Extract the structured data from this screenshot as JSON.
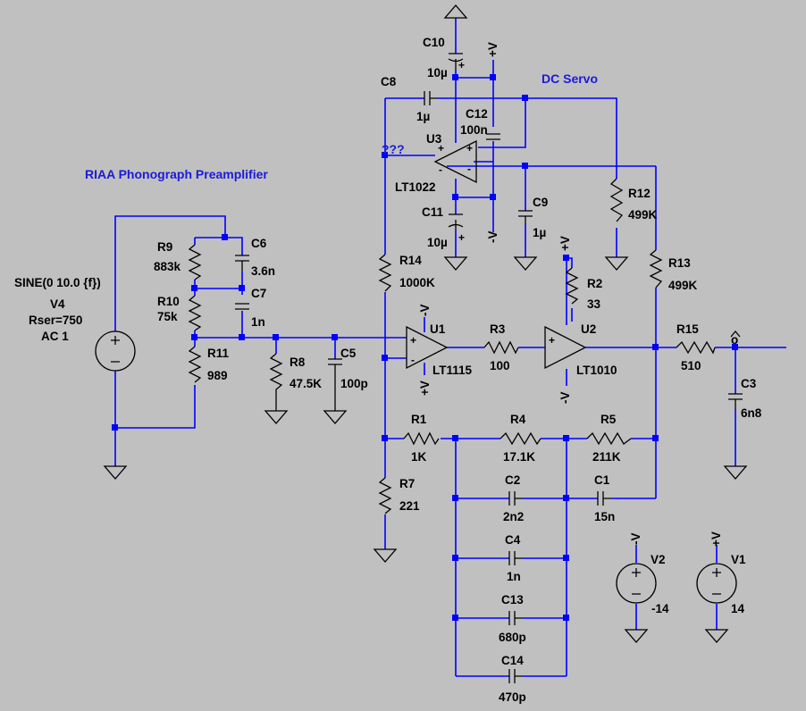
{
  "titles": {
    "riaa": "RIAA Phonograph Preamplifier",
    "servo": "DC Servo",
    "unknown_node": "???",
    "output_node": "o"
  },
  "sources": {
    "v4": {
      "name": "V4",
      "spec": "SINE(0 10.0 {f})",
      "rser": "Rser=750",
      "ac": "AC 1"
    },
    "v1": {
      "name": "V1",
      "value": "14",
      "net": "+V"
    },
    "v2": {
      "name": "V2",
      "value": "-14",
      "net": "-V"
    }
  },
  "resistors": {
    "r1": {
      "name": "R1",
      "value": "1K"
    },
    "r2": {
      "name": "R2",
      "value": "33"
    },
    "r3": {
      "name": "R3",
      "value": "100"
    },
    "r4": {
      "name": "R4",
      "value": "17.1K"
    },
    "r5": {
      "name": "R5",
      "value": "211K"
    },
    "r7": {
      "name": "R7",
      "value": "221"
    },
    "r8": {
      "name": "R8",
      "value": "47.5K"
    },
    "r9": {
      "name": "R9",
      "value": "883k"
    },
    "r10": {
      "name": "R10",
      "value": "75k"
    },
    "r11": {
      "name": "R11",
      "value": "989"
    },
    "r12": {
      "name": "R12",
      "value": "499K"
    },
    "r13": {
      "name": "R13",
      "value": "499K"
    },
    "r14": {
      "name": "R14",
      "value": "1000K"
    },
    "r15": {
      "name": "R15",
      "value": "510"
    }
  },
  "capacitors": {
    "c1": {
      "name": "C1",
      "value": "15n"
    },
    "c2": {
      "name": "C2",
      "value": "2n2"
    },
    "c3": {
      "name": "C3",
      "value": "6n8"
    },
    "c4": {
      "name": "C4",
      "value": "1n"
    },
    "c5": {
      "name": "C5",
      "value": "100p"
    },
    "c6": {
      "name": "C6",
      "value": "3.6n"
    },
    "c7": {
      "name": "C7",
      "value": "1n"
    },
    "c8": {
      "name": "C8",
      "value": "1µ"
    },
    "c9": {
      "name": "C9",
      "value": "1µ"
    },
    "c10": {
      "name": "C10",
      "value": "10µ"
    },
    "c11": {
      "name": "C11",
      "value": "10µ"
    },
    "c12": {
      "name": "C12",
      "value": "100n"
    },
    "c13": {
      "name": "C13",
      "value": "680p"
    },
    "c14": {
      "name": "C14",
      "value": "470p"
    }
  },
  "opamps": {
    "u1": {
      "name": "U1",
      "part": "LT1115"
    },
    "u2": {
      "name": "U2",
      "part": "LT1010"
    },
    "u3": {
      "name": "U3",
      "part": "LT1022"
    }
  },
  "nets": {
    "pos": "+V",
    "neg": "-V",
    "plus_sign": "+",
    "minus_sign": "-"
  }
}
